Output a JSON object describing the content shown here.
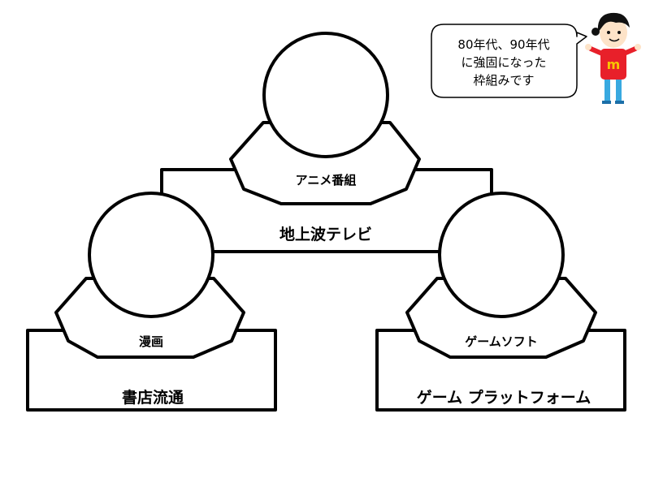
{
  "diagram": {
    "center_node": {
      "label": "アニメ番組"
    },
    "left_node": {
      "label": "漫画"
    },
    "right_node": {
      "label": "ゲームソフト"
    },
    "center_platform": {
      "label": "地上波テレビ"
    },
    "left_platform": {
      "label": "書店流通"
    },
    "right_platform": {
      "label": "ゲーム プラットフォーム"
    }
  },
  "speech_bubble": {
    "lines": [
      "80年代、90年代",
      "に強固になった",
      "枠組みです"
    ]
  },
  "mascot": {
    "shirt_letter": "m",
    "colors": {
      "shirt": "#e8202a",
      "letter": "#f7c600",
      "pants": "#39a9e0",
      "hair": "#111111",
      "skin": "#fde3c8"
    }
  }
}
